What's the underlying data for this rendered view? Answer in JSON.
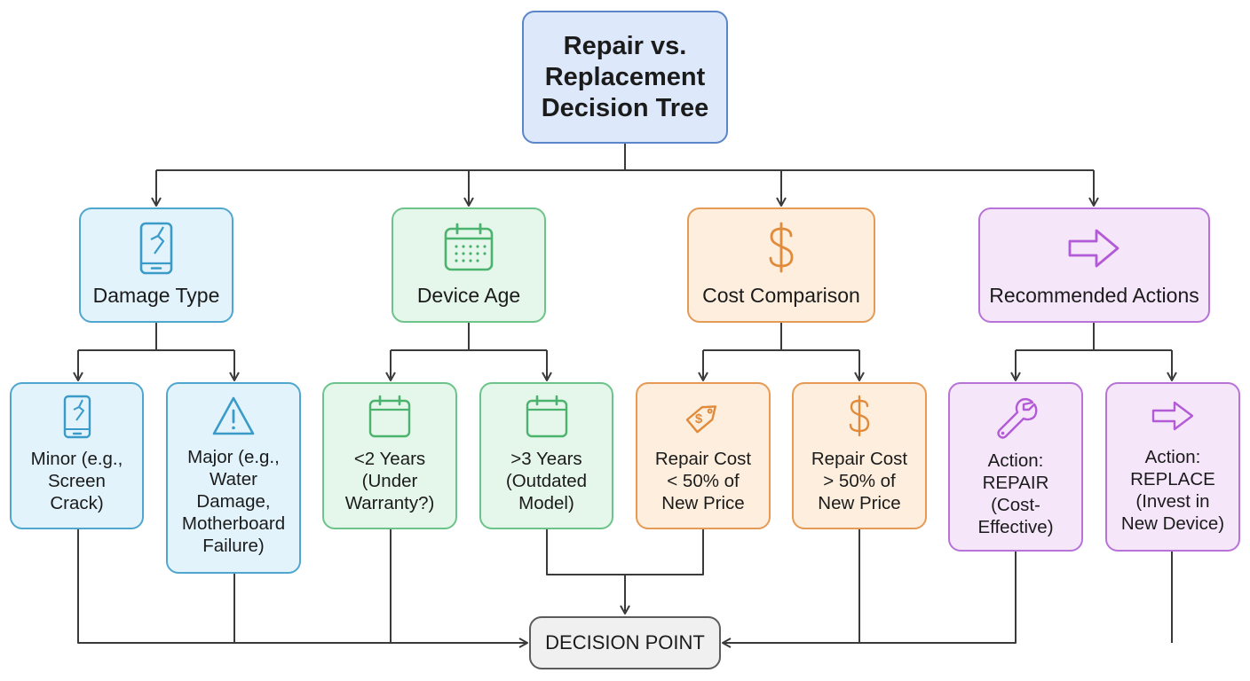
{
  "root": {
    "title": "Repair vs.\nReplacement\nDecision Tree"
  },
  "categories": [
    {
      "label": "Damage Type",
      "icon": "cracked-phone-icon",
      "color": "#3a9bc9"
    },
    {
      "label": "Device Age",
      "icon": "calendar-icon",
      "color": "#4bb36e"
    },
    {
      "label": "Cost Comparison",
      "icon": "dollar-icon",
      "color": "#e08a3a"
    },
    {
      "label": "Recommended Actions",
      "icon": "arrow-right-icon",
      "color": "#b35bd6"
    }
  ],
  "leaves": [
    {
      "label": "Minor (e.g.,\nScreen\nCrack)",
      "icon": "cracked-phone-icon"
    },
    {
      "label": "Major (e.g.,\nWater\nDamage,\nMotherboard\nFailure)",
      "icon": "warning-icon"
    },
    {
      "label": "<2 Years\n(Under\nWarranty?)",
      "icon": "calendar-icon"
    },
    {
      "label": ">3 Years\n(Outdated\nModel)",
      "icon": "calendar-icon"
    },
    {
      "label": "Repair Cost\n< 50% of\nNew Price",
      "icon": "price-tag-icon"
    },
    {
      "label": "Repair Cost\n> 50% of\nNew Price",
      "icon": "dollar-icon"
    },
    {
      "label": "Action:\nREPAIR\n(Cost-\nEffective)",
      "icon": "wrench-icon"
    },
    {
      "label": "Action:\nREPLACE\n(Invest in\nNew Device)",
      "icon": "arrow-right-icon"
    }
  ],
  "decision": {
    "label": "DECISION POINT"
  },
  "colors": {
    "line": "#3a3a3a",
    "blue": "#3a9bc9",
    "green": "#4bb36e",
    "orange": "#e08a3a",
    "purple": "#b35bd6"
  }
}
